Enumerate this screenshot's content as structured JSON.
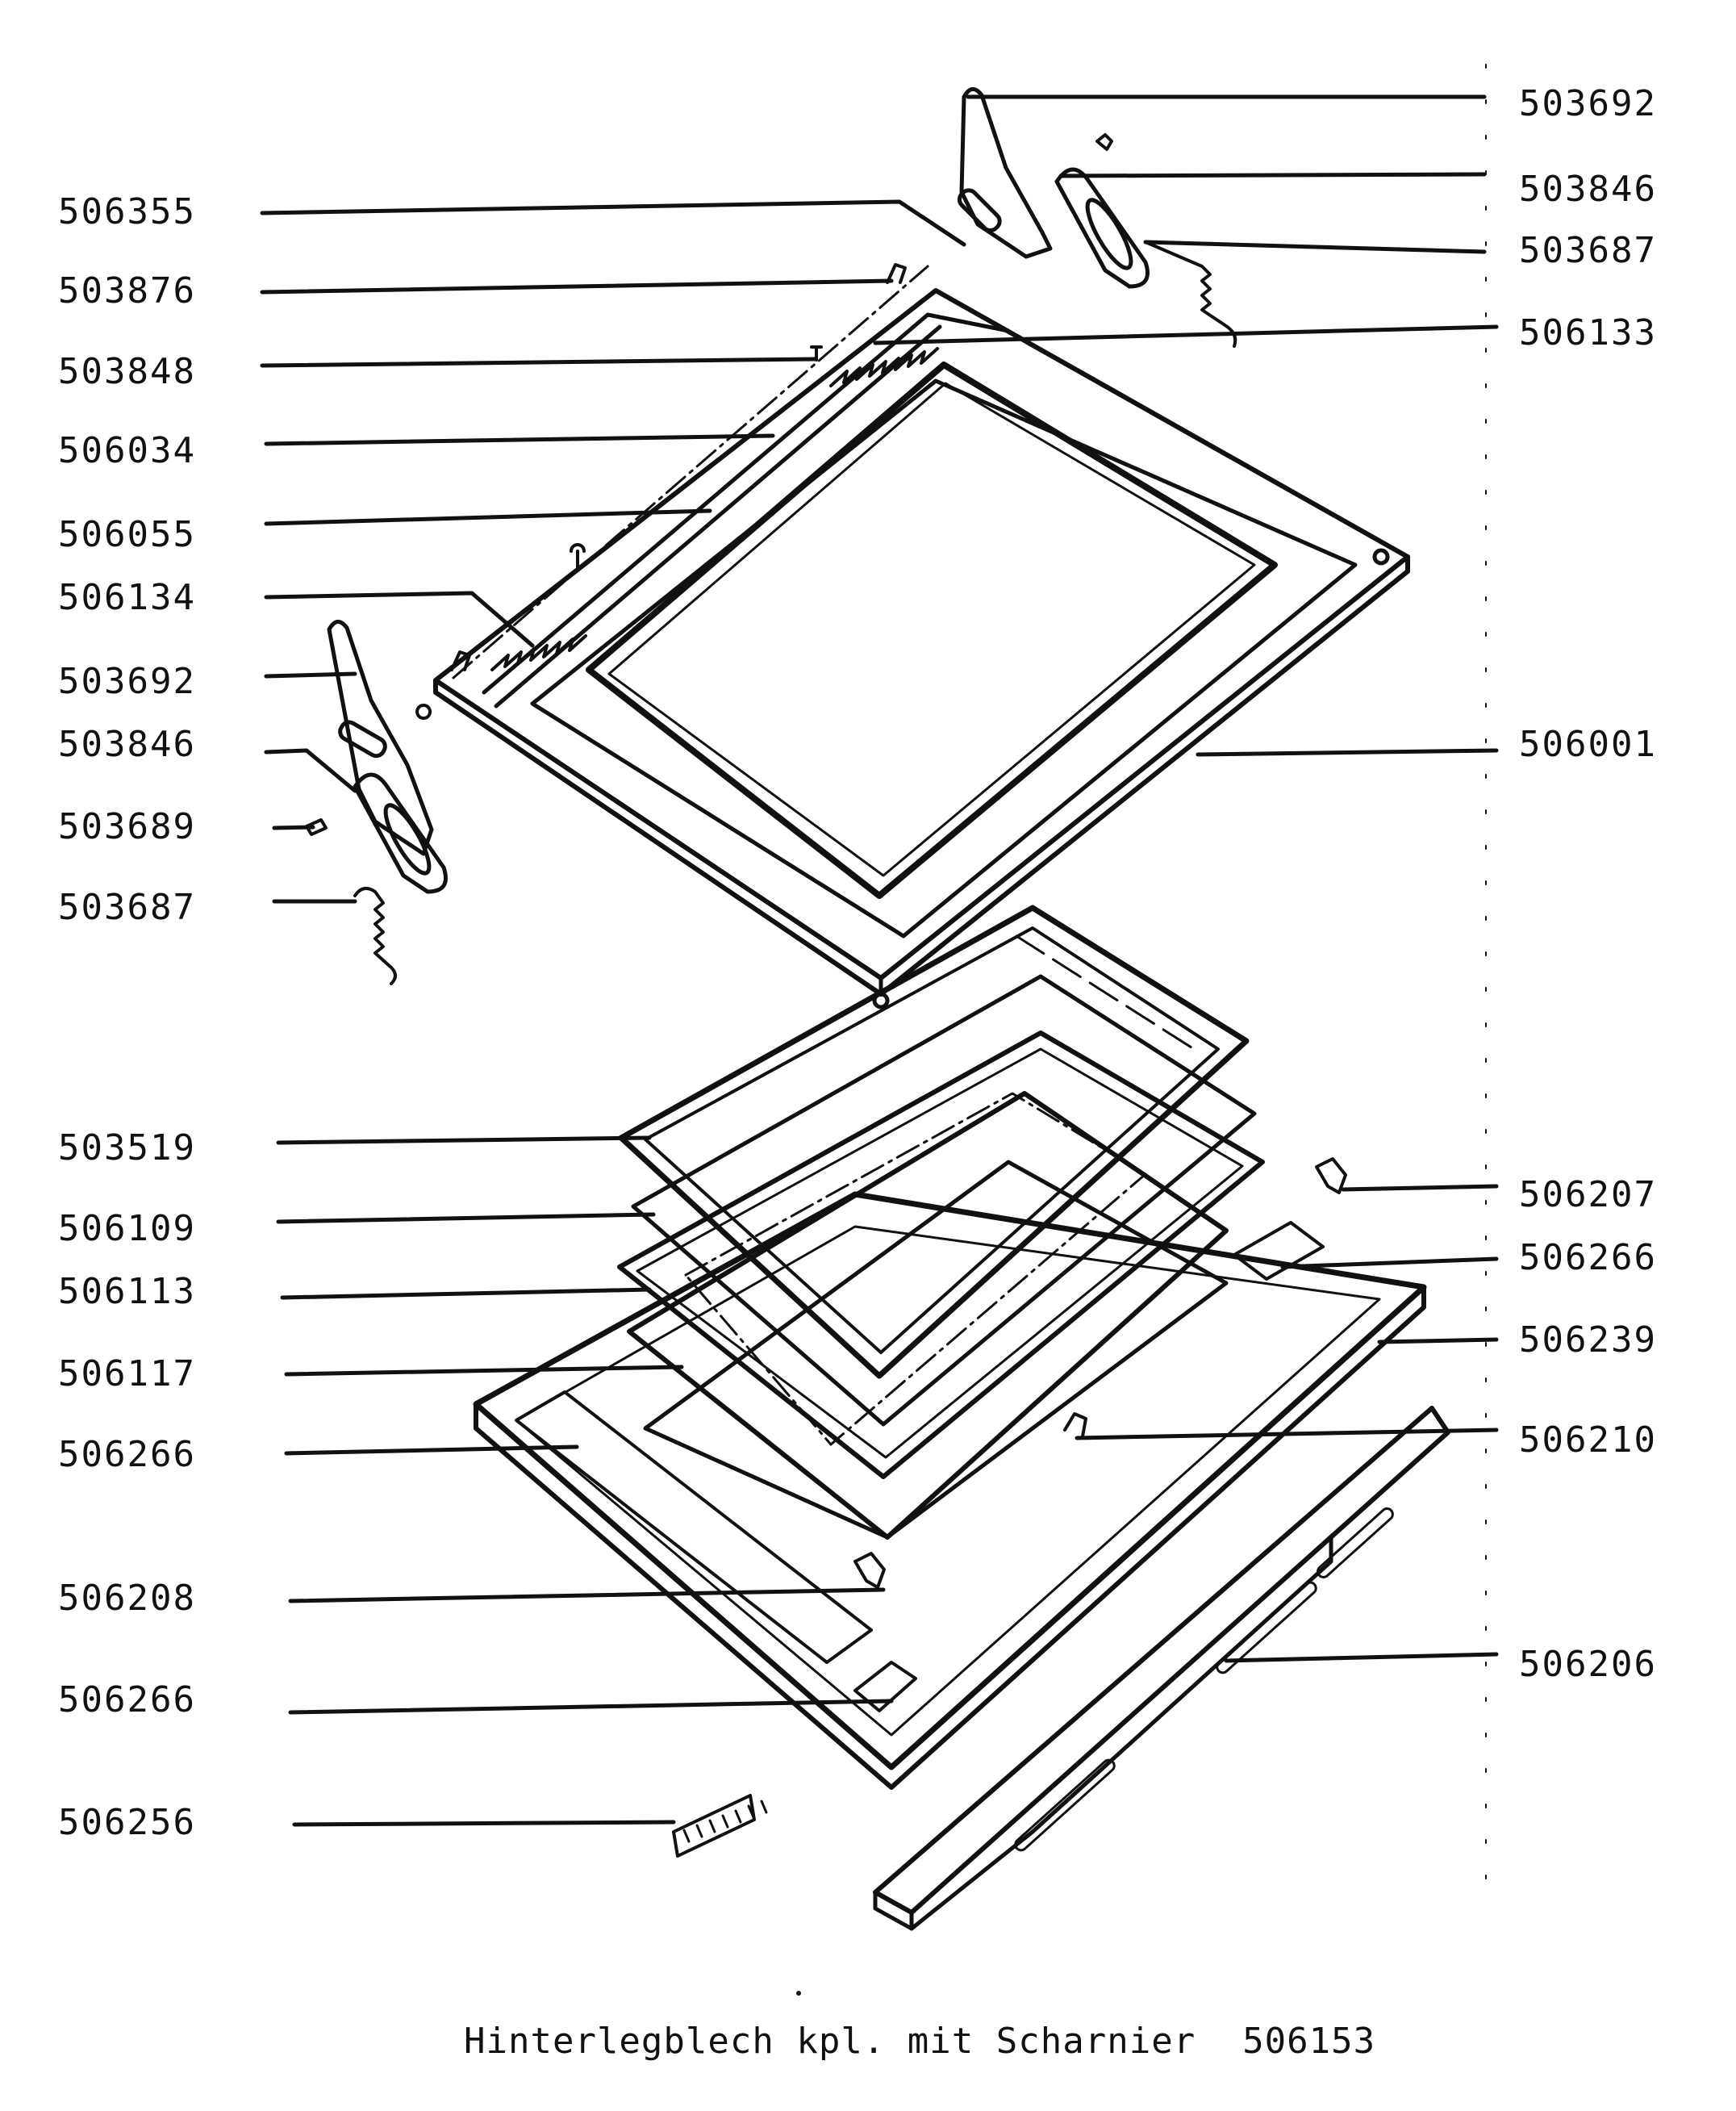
{
  "labels": {
    "left": [
      "506355",
      "503876",
      "503848",
      "506034",
      "506055",
      "506134",
      "503692",
      "503846",
      "503689",
      "503687",
      "503519",
      "506109",
      "506113",
      "506117",
      "506266",
      "506208",
      "506266",
      "506256"
    ],
    "right": [
      "503692",
      "503846",
      "503687",
      "506133",
      "506001",
      "506207",
      "506266",
      "506239",
      "506210",
      "506206"
    ]
  },
  "caption": {
    "text": "Hinterlegblech kpl. mit Scharnier",
    "part_number": "506153"
  },
  "colors": {
    "ink": "#111111",
    "paper": "#ffffff"
  }
}
